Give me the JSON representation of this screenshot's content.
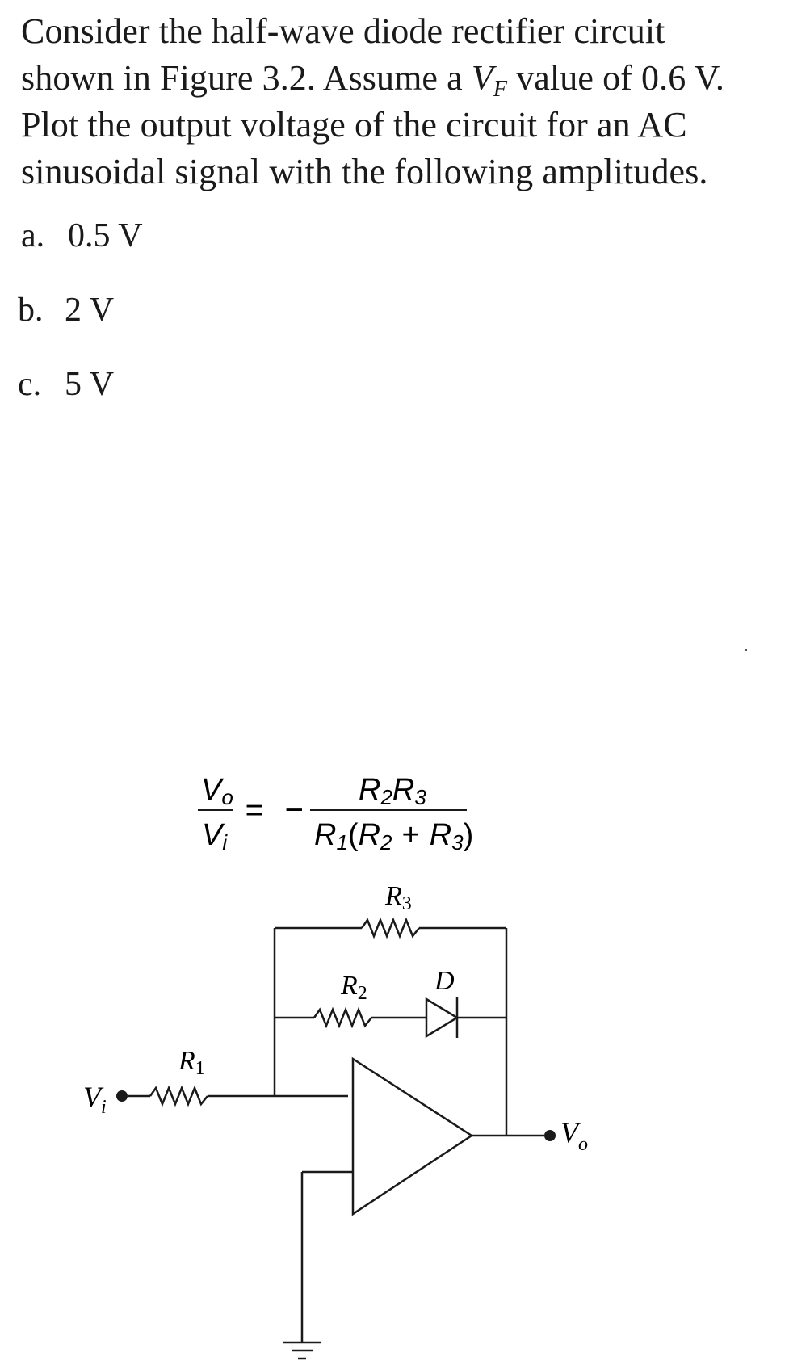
{
  "problem": {
    "line1": "Consider the half-wave diode rectifier circuit",
    "line2_a": "shown in Figure 3.2. Assume a ",
    "line2_var": "V",
    "line2_sub": "F",
    "line2_b": " value of 0.6 V.",
    "line3": "Plot the output voltage of the circuit for an AC",
    "line4": "sinusoidal signal with the following amplitudes."
  },
  "options": [
    {
      "letter": "a.",
      "value": "0.5 V"
    },
    {
      "letter": "b.",
      "value": "2 V"
    },
    {
      "letter": "c.",
      "value": "5 V"
    }
  ],
  "equation": {
    "lhs_num": "V",
    "lhs_num_sub": "o",
    "lhs_den": "V",
    "lhs_den_sub": "i",
    "equals": "=",
    "minus": "−",
    "rhs_num_a": "R",
    "rhs_num_a_sub": "2",
    "rhs_num_b": "R",
    "rhs_num_b_sub": "3",
    "rhs_den_a": "R",
    "rhs_den_a_sub": "1",
    "rhs_den_open": "(",
    "rhs_den_b": "R",
    "rhs_den_b_sub": "2",
    "rhs_den_plus": "+",
    "rhs_den_c": "R",
    "rhs_den_c_sub": "3",
    "rhs_den_close": ")"
  },
  "circuit": {
    "r1": "R",
    "r1_sub": "1",
    "r2": "R",
    "r2_sub": "2",
    "r3": "R",
    "r3_sub": "3",
    "diode": "D",
    "vin": "V",
    "vin_sub": "i",
    "vout": "V",
    "vout_sub": "o"
  }
}
